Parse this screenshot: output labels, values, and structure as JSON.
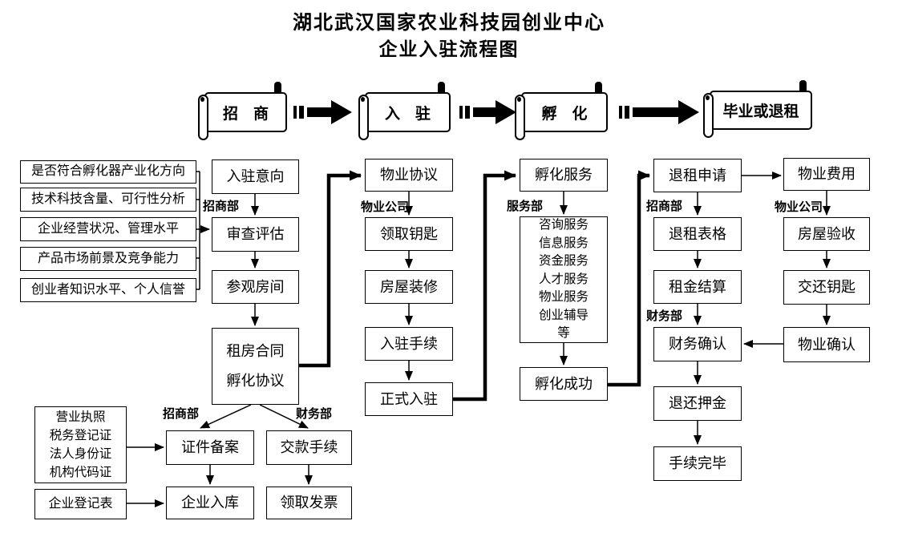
{
  "title": {
    "line1": "湖北武汉国家农业科技园创业中心",
    "line2": "企业入驻流程图"
  },
  "phases": [
    {
      "label": "招　商"
    },
    {
      "label": "入　驻"
    },
    {
      "label": "孵　化"
    },
    {
      "label": "毕业或退租"
    }
  ],
  "criteria": [
    "是否符合孵化器产业化方向",
    "技术科技含量、可行性分析",
    "企业经营状况、管理水平",
    "产品市场前景及竞争能力",
    "创业者知识水平、个人信誉"
  ],
  "zhaoshang": {
    "dept": "招商部",
    "intent": "入驻意向",
    "review": "审查评估",
    "visit": "参观房间",
    "contract": [
      "租房合同",
      "孵化协议"
    ]
  },
  "ruzhu": {
    "dept": "物业公司",
    "agreement": "物业协议",
    "keys": "领取钥匙",
    "renovation": "房屋装修",
    "procedure": "入驻手续",
    "movein": "正式入驻"
  },
  "fuhua": {
    "dept": "服务部",
    "service": "孵化服务",
    "services": [
      "咨询服务",
      "信息服务",
      "资金服务",
      "人才服务",
      "物业服务",
      "创业辅导",
      "等"
    ],
    "success": "孵化成功"
  },
  "tuizu": {
    "dept_zhaoshang": "招商部",
    "dept_caiwu": "财务部",
    "apply": "退租申请",
    "form": "退租表格",
    "settle": "租金结算",
    "finance_confirm": "财务确认",
    "deposit": "退还押金",
    "done": "手续完毕"
  },
  "wuye": {
    "dept": "物业公司",
    "fee": "物业费用",
    "inspect": "房屋验收",
    "return_keys": "交还钥匙",
    "confirm": "物业确认"
  },
  "registration": {
    "dept_zhaoshang": "招商部",
    "dept_caiwu": "财务部",
    "docs": [
      "营业执照",
      "税务登记证",
      "法人身份证",
      "机构代码证"
    ],
    "form": "企业登记表",
    "filing": "证件备案",
    "warehouse": "企业入库",
    "payment": "交款手续",
    "invoice": "领取发票"
  },
  "colors": {
    "ink": "#000000",
    "paper": "#ffffff"
  }
}
